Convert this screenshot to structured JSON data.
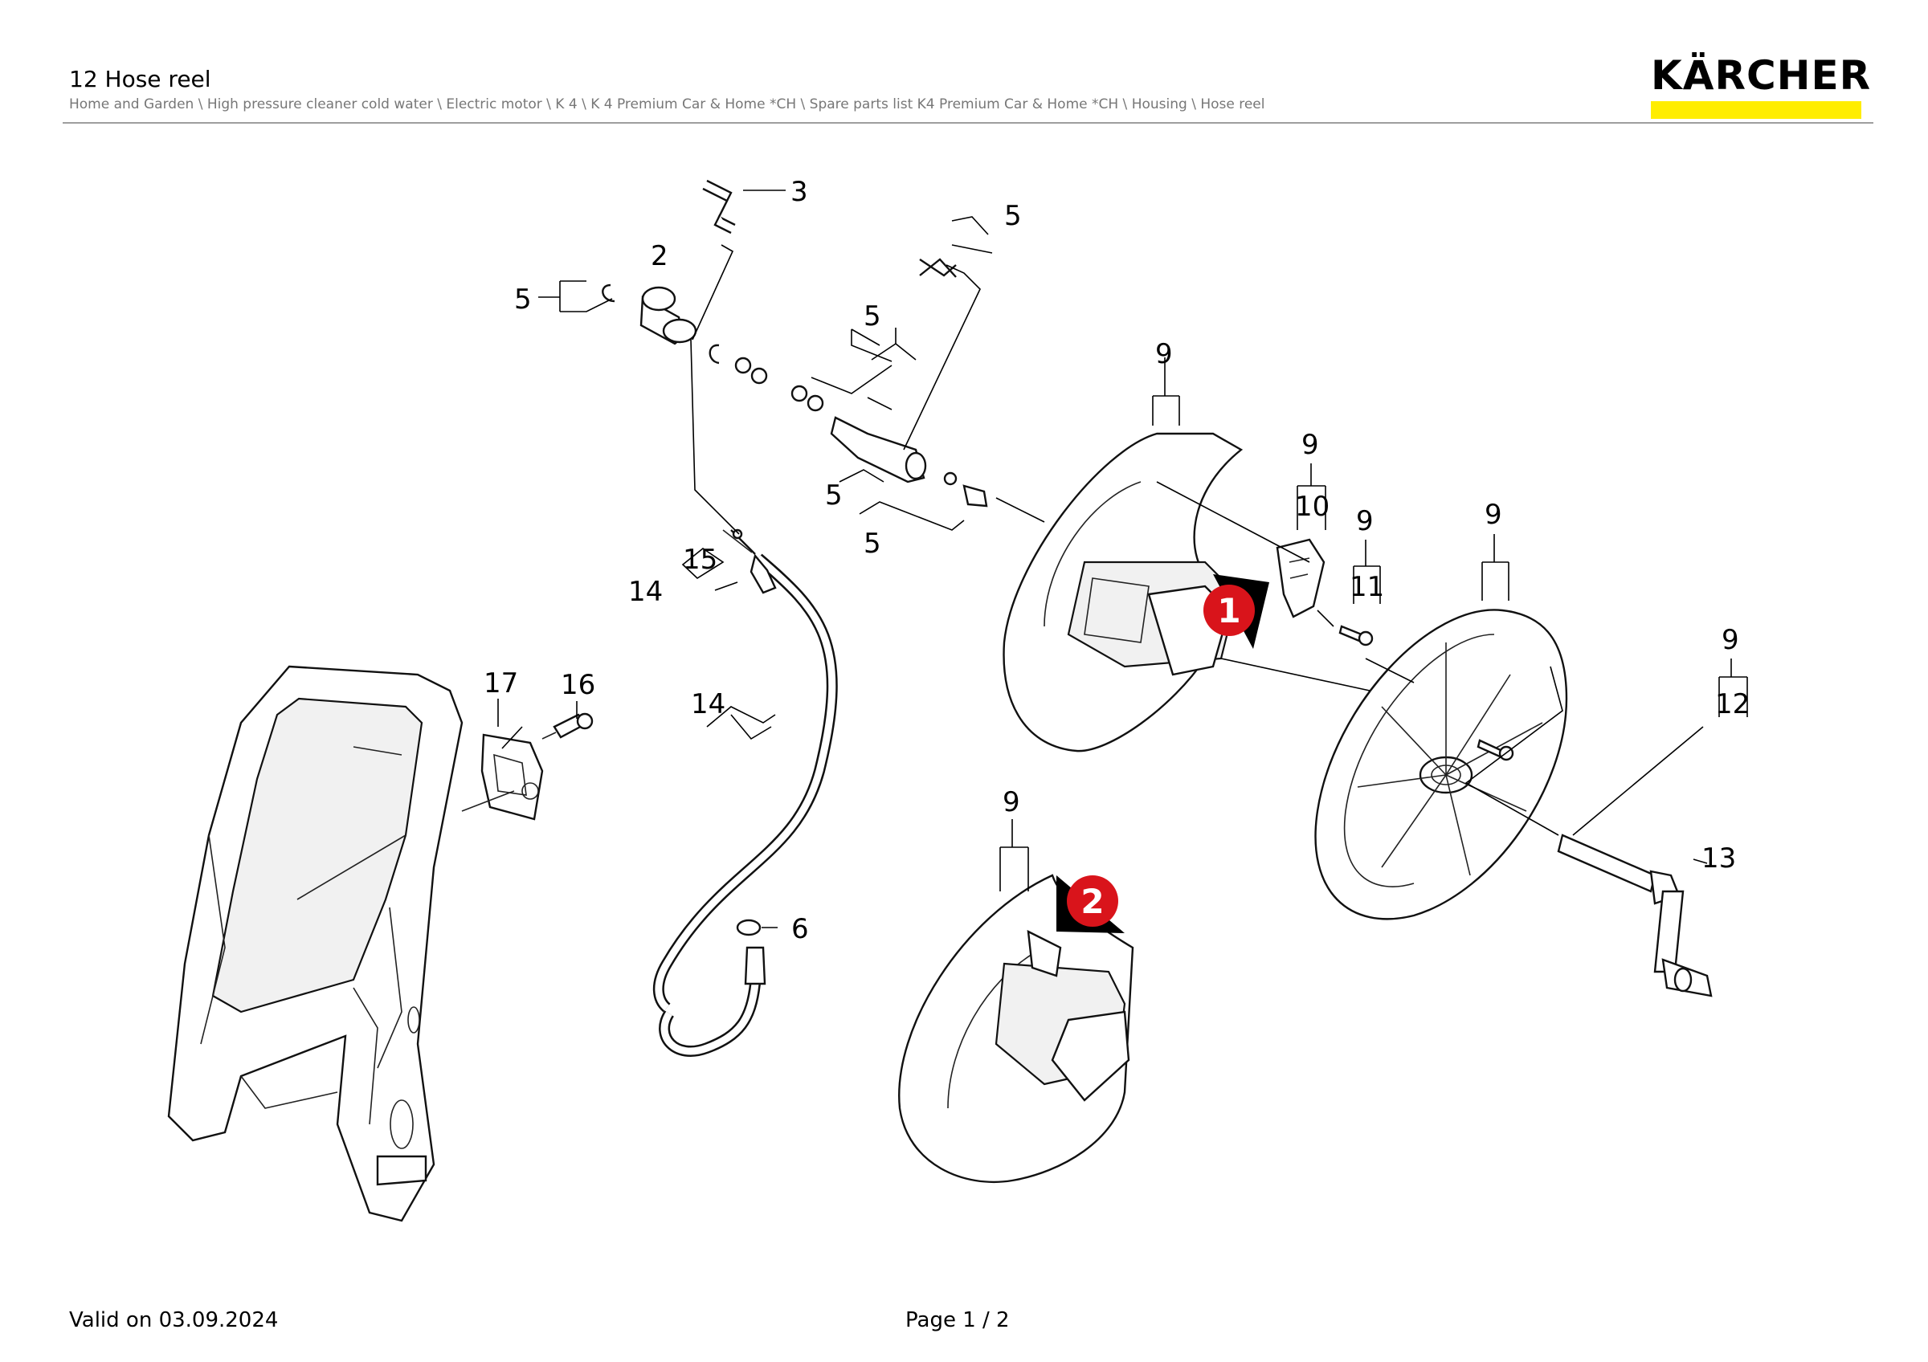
{
  "header": {
    "title": "12 Hose reel",
    "breadcrumb": "Home and Garden \\ High pressure cleaner cold water \\ Electric motor \\ K 4 \\ K 4 Premium Car & Home *CH \\ Spare parts list K4 Premium Car & Home *CH \\ Housing \\ Hose reel",
    "logo_text": "KÄRCHER",
    "logo_color": "#ffed00"
  },
  "diagram": {
    "part_numbers": {
      "p2": "2",
      "p3": "3",
      "p5a": "5",
      "p5b": "5",
      "p5c": "5",
      "p5d": "5",
      "p5e": "5",
      "p6": "6",
      "p9a": "9",
      "p9b": "9",
      "p9c": "9",
      "p9d": "9",
      "p9e": "9",
      "p9f": "9",
      "p10": "10",
      "p11": "11",
      "p12": "12",
      "p13": "13",
      "p14a": "14",
      "p14b": "14",
      "p15": "15",
      "p16": "16",
      "p17": "17"
    },
    "callouts": {
      "c1": "1",
      "c2": "2"
    },
    "callout_color": "#d9141b"
  },
  "footer": {
    "valid": "Valid on 03.09.2024",
    "page": "Page 1 / 2"
  }
}
